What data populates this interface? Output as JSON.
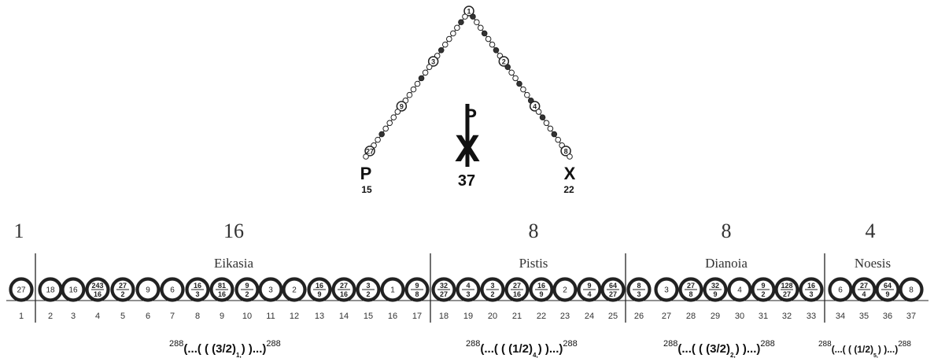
{
  "triangle": {
    "apex": "1",
    "left_big": [
      "3",
      "9",
      "27"
    ],
    "right_big": [
      "2",
      "4",
      "8"
    ],
    "left_letter": "P",
    "left_number": "15",
    "right_letter": "X",
    "right_number": "22",
    "center_top_letter": "P",
    "center_bottom_letter": "X",
    "center_number": "37"
  },
  "header_numbers": [
    "1",
    "16",
    "8",
    "8",
    "4"
  ],
  "section_names": [
    "Eikasia",
    "Pistis",
    "Dianoia",
    "Noesis"
  ],
  "circles": [
    {
      "type": "int",
      "v": "27"
    },
    {
      "type": "int",
      "v": "18"
    },
    {
      "type": "int",
      "v": "16"
    },
    {
      "type": "frac",
      "n": "243",
      "d": "16"
    },
    {
      "type": "frac",
      "n": "27",
      "d": "2"
    },
    {
      "type": "int",
      "v": "9"
    },
    {
      "type": "int",
      "v": "6"
    },
    {
      "type": "frac",
      "n": "16",
      "d": "3"
    },
    {
      "type": "frac",
      "n": "81",
      "d": "16"
    },
    {
      "type": "frac",
      "n": "9",
      "d": "2"
    },
    {
      "type": "int",
      "v": "3"
    },
    {
      "type": "int",
      "v": "2"
    },
    {
      "type": "frac",
      "n": "16",
      "d": "9"
    },
    {
      "type": "frac",
      "n": "27",
      "d": "16"
    },
    {
      "type": "frac",
      "n": "3",
      "d": "2"
    },
    {
      "type": "int",
      "v": "1"
    },
    {
      "type": "frac",
      "n": "9",
      "d": "8"
    },
    {
      "type": "frac",
      "n": "32",
      "d": "27"
    },
    {
      "type": "frac",
      "n": "4",
      "d": "3"
    },
    {
      "type": "frac",
      "n": "3",
      "d": "2"
    },
    {
      "type": "frac",
      "n": "27",
      "d": "16"
    },
    {
      "type": "frac",
      "n": "16",
      "d": "9"
    },
    {
      "type": "int",
      "v": "2"
    },
    {
      "type": "frac",
      "n": "9",
      "d": "4"
    },
    {
      "type": "frac",
      "n": "64",
      "d": "27"
    },
    {
      "type": "frac",
      "n": "8",
      "d": "3"
    },
    {
      "type": "int",
      "v": "3"
    },
    {
      "type": "frac",
      "n": "27",
      "d": "8"
    },
    {
      "type": "frac",
      "n": "32",
      "d": "9"
    },
    {
      "type": "int",
      "v": "4"
    },
    {
      "type": "frac",
      "n": "9",
      "d": "2"
    },
    {
      "type": "frac",
      "n": "128",
      "d": "27"
    },
    {
      "type": "frac",
      "n": "16",
      "d": "3"
    },
    {
      "type": "int",
      "v": "6"
    },
    {
      "type": "frac",
      "n": "27",
      "d": "4"
    },
    {
      "type": "frac",
      "n": "64",
      "d": "9"
    },
    {
      "type": "int",
      "v": "8"
    }
  ],
  "index_labels": [
    "1",
    "2",
    "3",
    "4",
    "5",
    "6",
    "7",
    "8",
    "9",
    "10",
    "11",
    "12",
    "13",
    "14",
    "15",
    "16",
    "17",
    "18",
    "19",
    "20",
    "21",
    "22",
    "23",
    "24",
    "25",
    "26",
    "27",
    "28",
    "29",
    "30",
    "31",
    "32",
    "33",
    "34",
    "35",
    "36",
    "37"
  ],
  "formulas": [
    {
      "pre": "288",
      "body": "(...( ( (3/2)",
      "sub": "1,",
      "post": ") )...)",
      "sup": "288"
    },
    {
      "pre": "288",
      "body": "(...( ( (1/2)",
      "sub": "4,",
      "post": ") )...)",
      "sup": "288"
    },
    {
      "pre": "288",
      "body": "(...( ( (3/2)",
      "sub": "2,",
      "post": ") )...)",
      "sup": "288"
    },
    {
      "pre": "288",
      "body": "(...( ( (1/2)",
      "sub": "5,",
      "post": ") )...)",
      "sup": "288"
    }
  ]
}
